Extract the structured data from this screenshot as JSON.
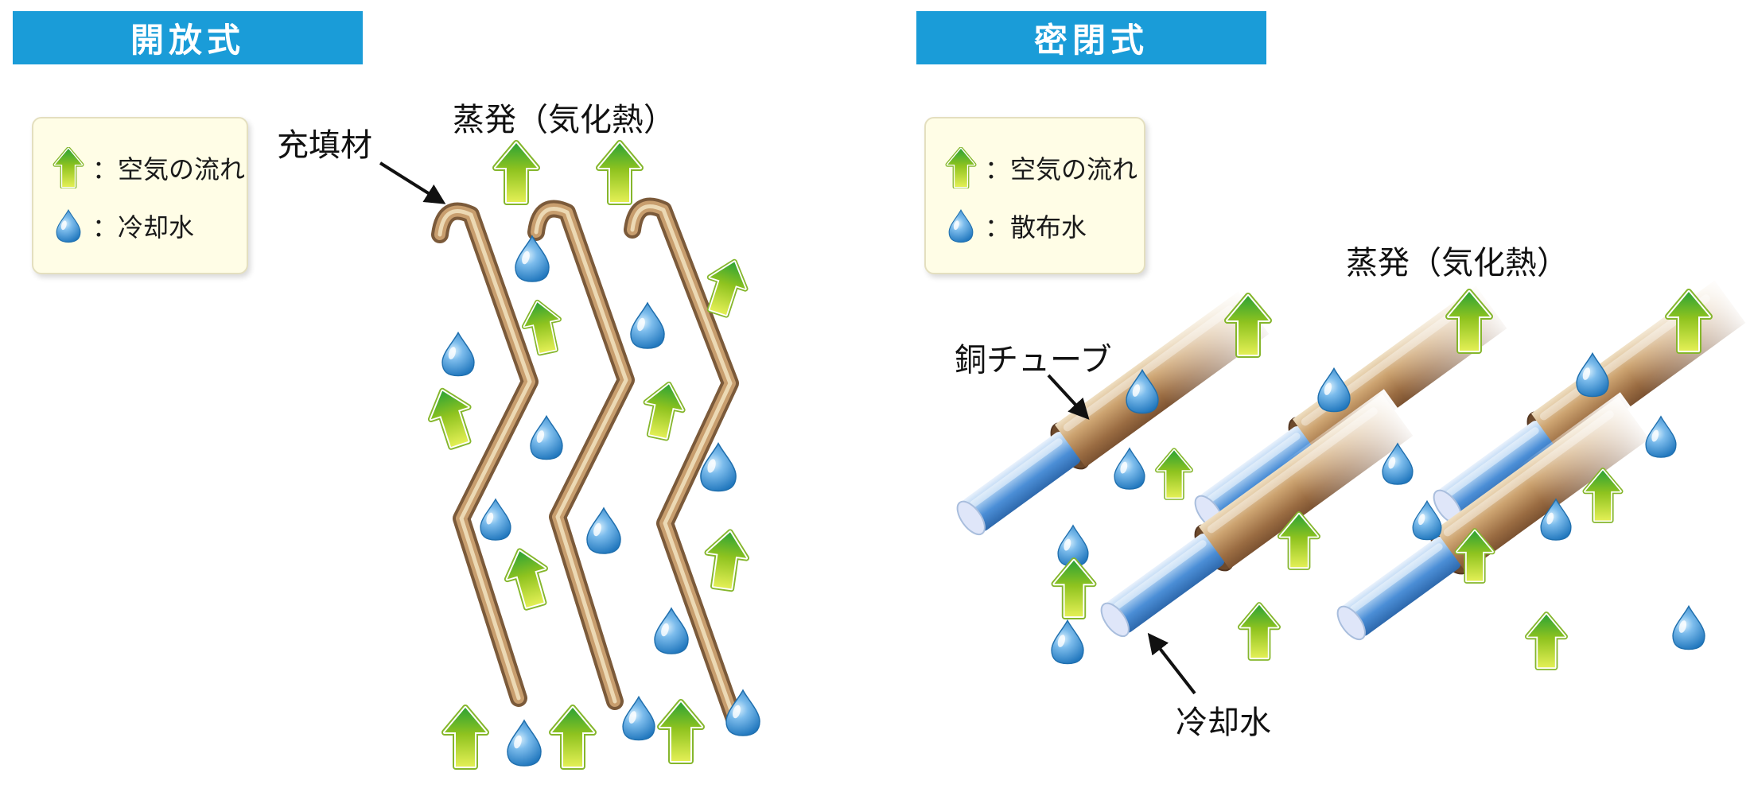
{
  "left_panel": {
    "title": "開放式",
    "legend": {
      "air_icon": "green-up-arrow-icon",
      "air_label": "：空気の流れ",
      "water_icon": "blue-water-drop-icon",
      "water_label": "：冷却水"
    },
    "labels": {
      "fill_material": "充填材",
      "evaporation": "蒸発（気化熱）"
    }
  },
  "right_panel": {
    "title": "密閉式",
    "legend": {
      "air_icon": "green-up-arrow-icon",
      "air_label": "：空気の流れ",
      "water_icon": "blue-water-drop-icon",
      "water_label": "：散布水"
    },
    "labels": {
      "copper_tube": "銅チューブ",
      "evaporation": "蒸発（気化熱）",
      "cooling_water": "冷却水"
    }
  },
  "colors": {
    "header_bg": "#1A9CD8",
    "header_text": "#FFFFFF",
    "legend_bg": "#FFFDE6",
    "arrow_green": "#8FC31F",
    "drop_blue": "#3E97D1",
    "fill_strip_brown": "#C89E6E",
    "tube_brown": "#B58A5C",
    "pipe_blue": "#3F87CF",
    "annotation": "#111111"
  }
}
